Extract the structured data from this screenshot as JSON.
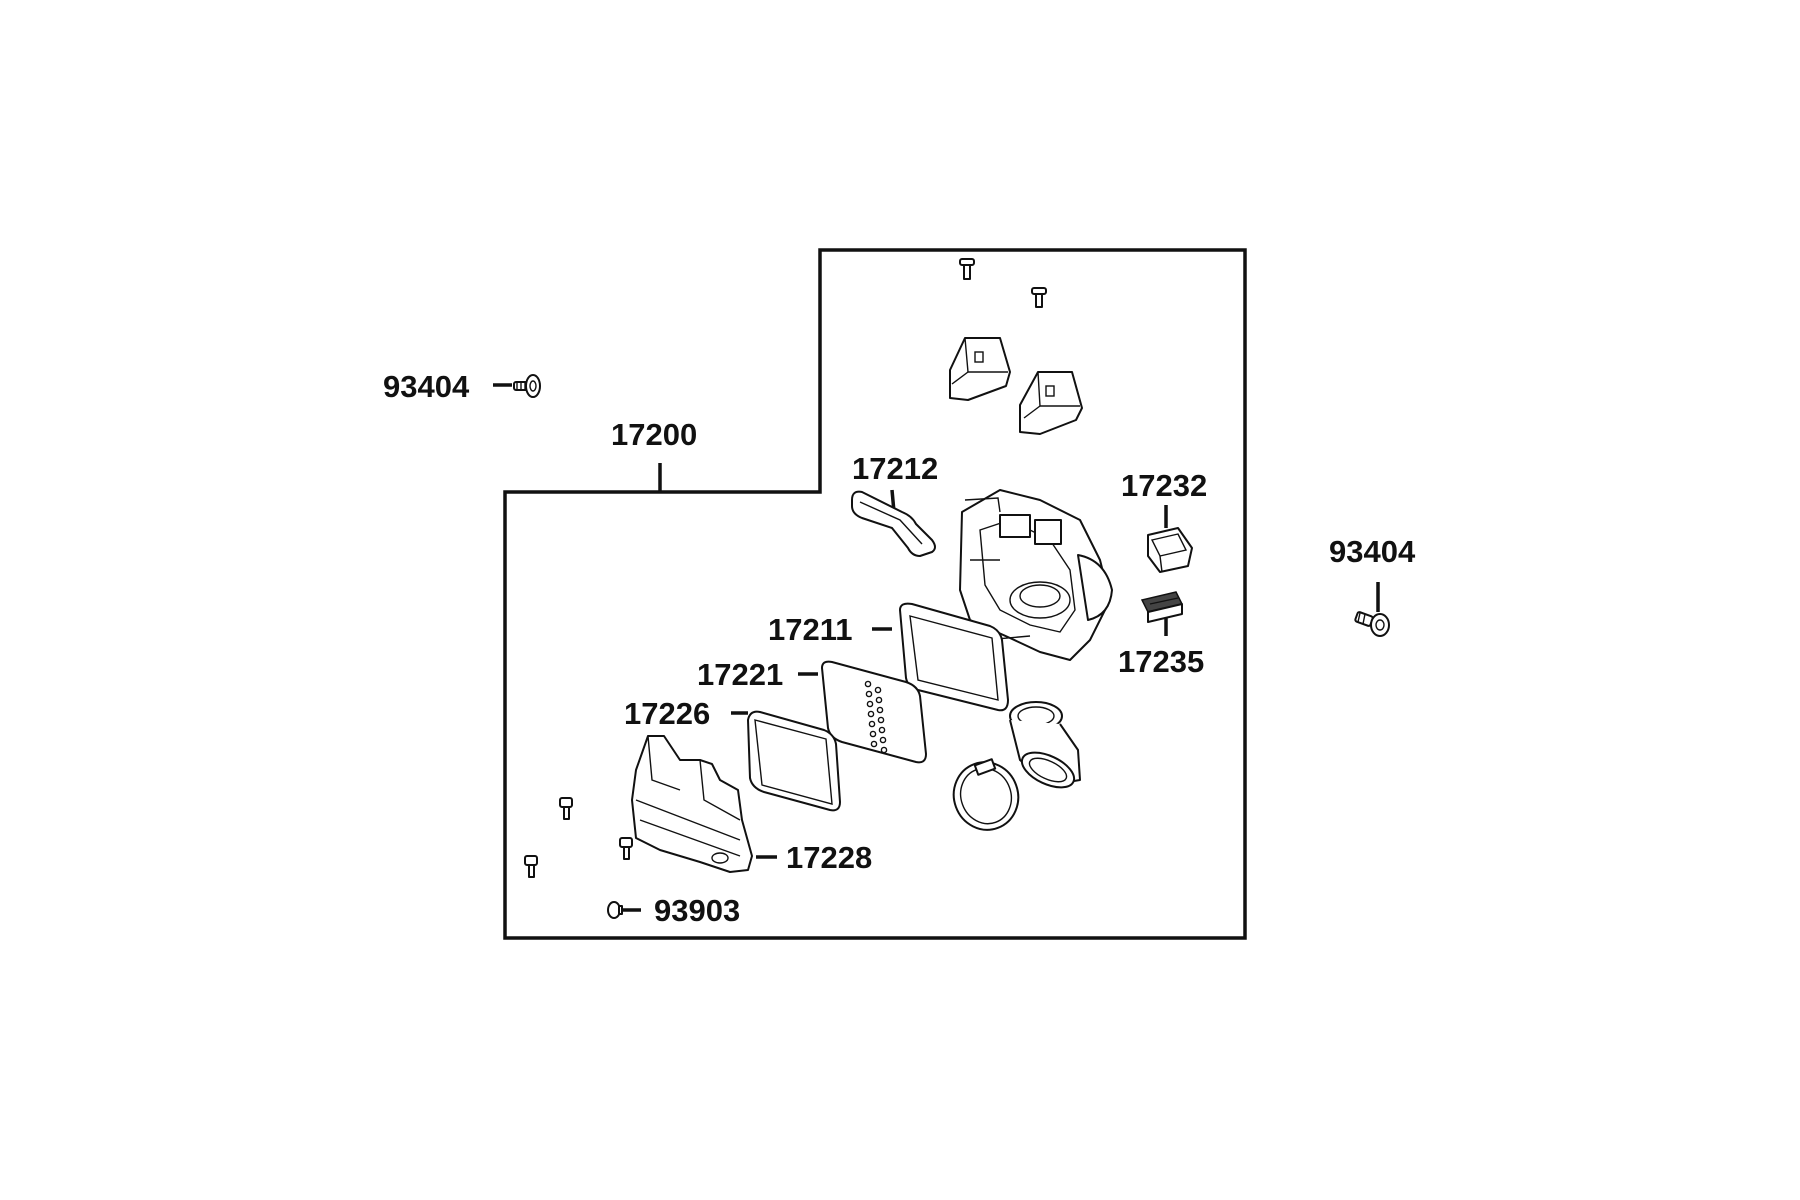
{
  "labels": {
    "p93404_left": "93404",
    "p17200": "17200",
    "p17212": "17212",
    "p17232": "17232",
    "p93404_right": "93404",
    "p17211": "17211",
    "p17235": "17235",
    "p17221": "17221",
    "p17226": "17226",
    "p17228": "17228",
    "p93903": "93903"
  },
  "colors": {
    "line": "#111111",
    "background": "#ffffff"
  }
}
